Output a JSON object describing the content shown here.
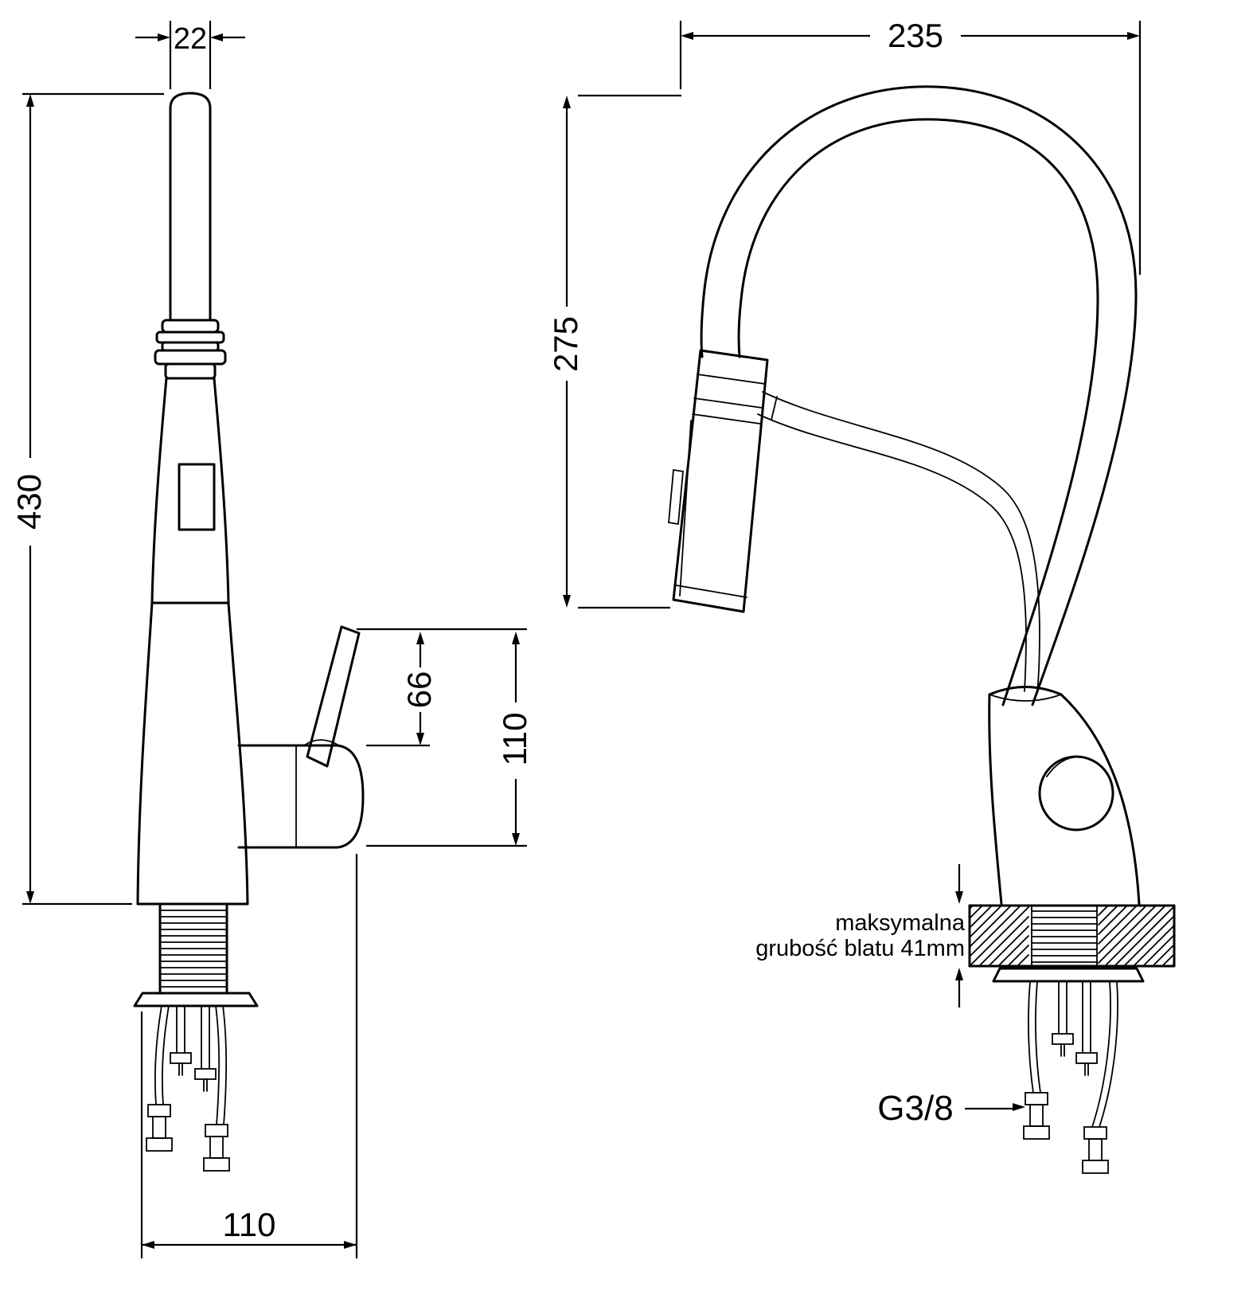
{
  "page": {
    "background": "#ffffff",
    "line_color": "#000000"
  },
  "left_view": {
    "dim_spout_width": "22",
    "dim_total_height": "430",
    "dim_lever_height": "66",
    "dim_handle_height": "110",
    "dim_base_width": "110"
  },
  "right_view": {
    "dim_reach": "235",
    "dim_spout_height": "275",
    "counter_note_line1": "maksymalna",
    "counter_note_line2": "grubość blatu 41mm",
    "thread_label": "G3/8"
  }
}
